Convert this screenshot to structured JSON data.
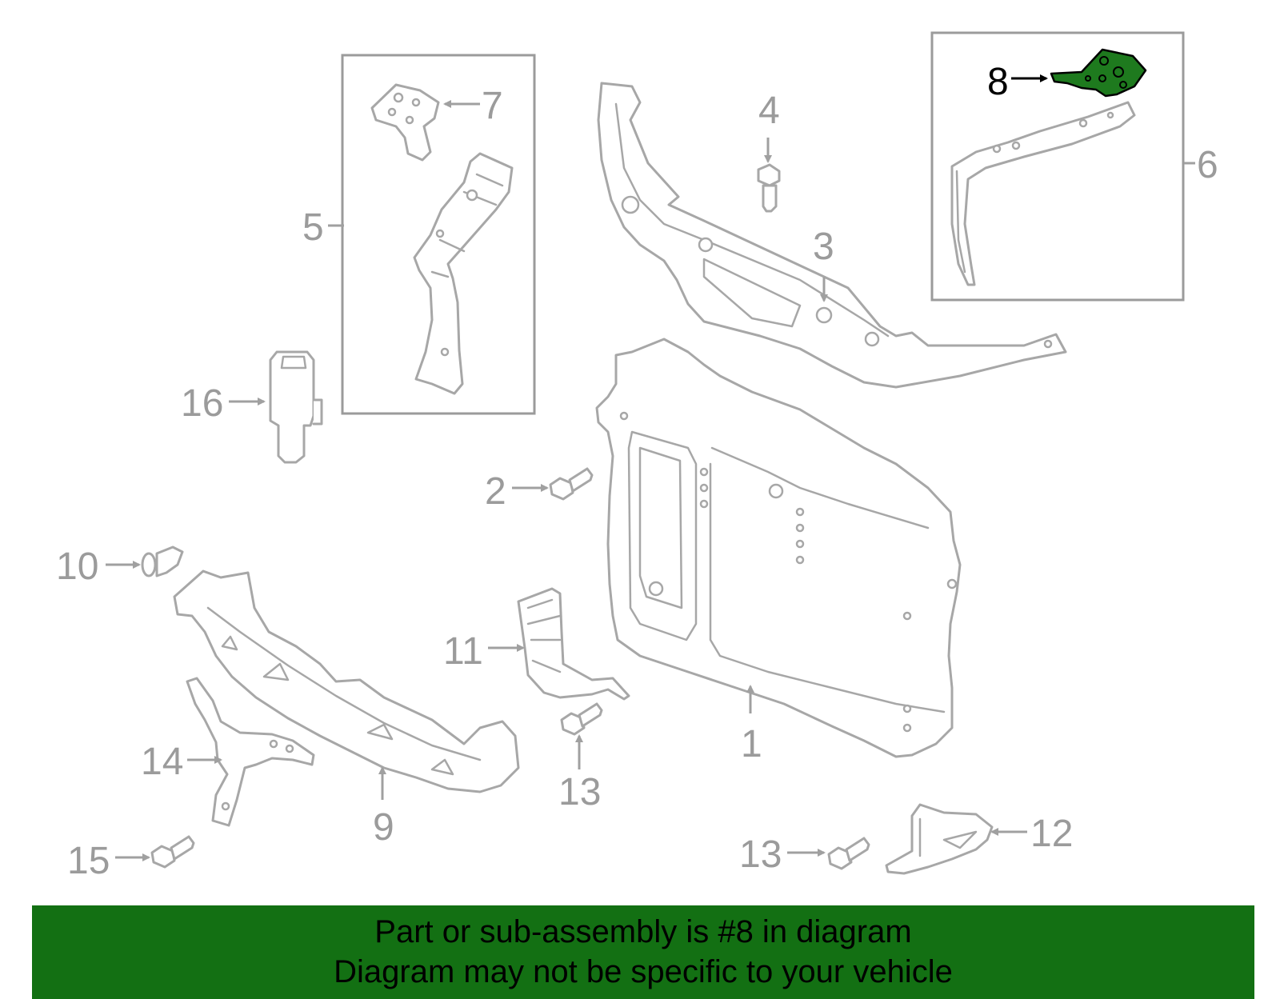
{
  "callouts": {
    "c1": "1",
    "c2": "2",
    "c3": "3",
    "c4": "4",
    "c5": "5",
    "c6": "6",
    "c7": "7",
    "c8": "8",
    "c9": "9",
    "c10": "10",
    "c11": "11",
    "c12": "12",
    "c13a": "13",
    "c13b": "13",
    "c14": "14",
    "c15": "15",
    "c16": "16"
  },
  "highlighted_part": "8",
  "colors": {
    "line_gray": "#a7a7a7",
    "highlight_fill": "#1e7a1e",
    "banner_bg": "#137013",
    "banner_text": "#000000"
  },
  "banner": {
    "line1": "Part or sub-assembly is #8 in diagram",
    "line2": "Diagram may not be specific to your vehicle"
  }
}
